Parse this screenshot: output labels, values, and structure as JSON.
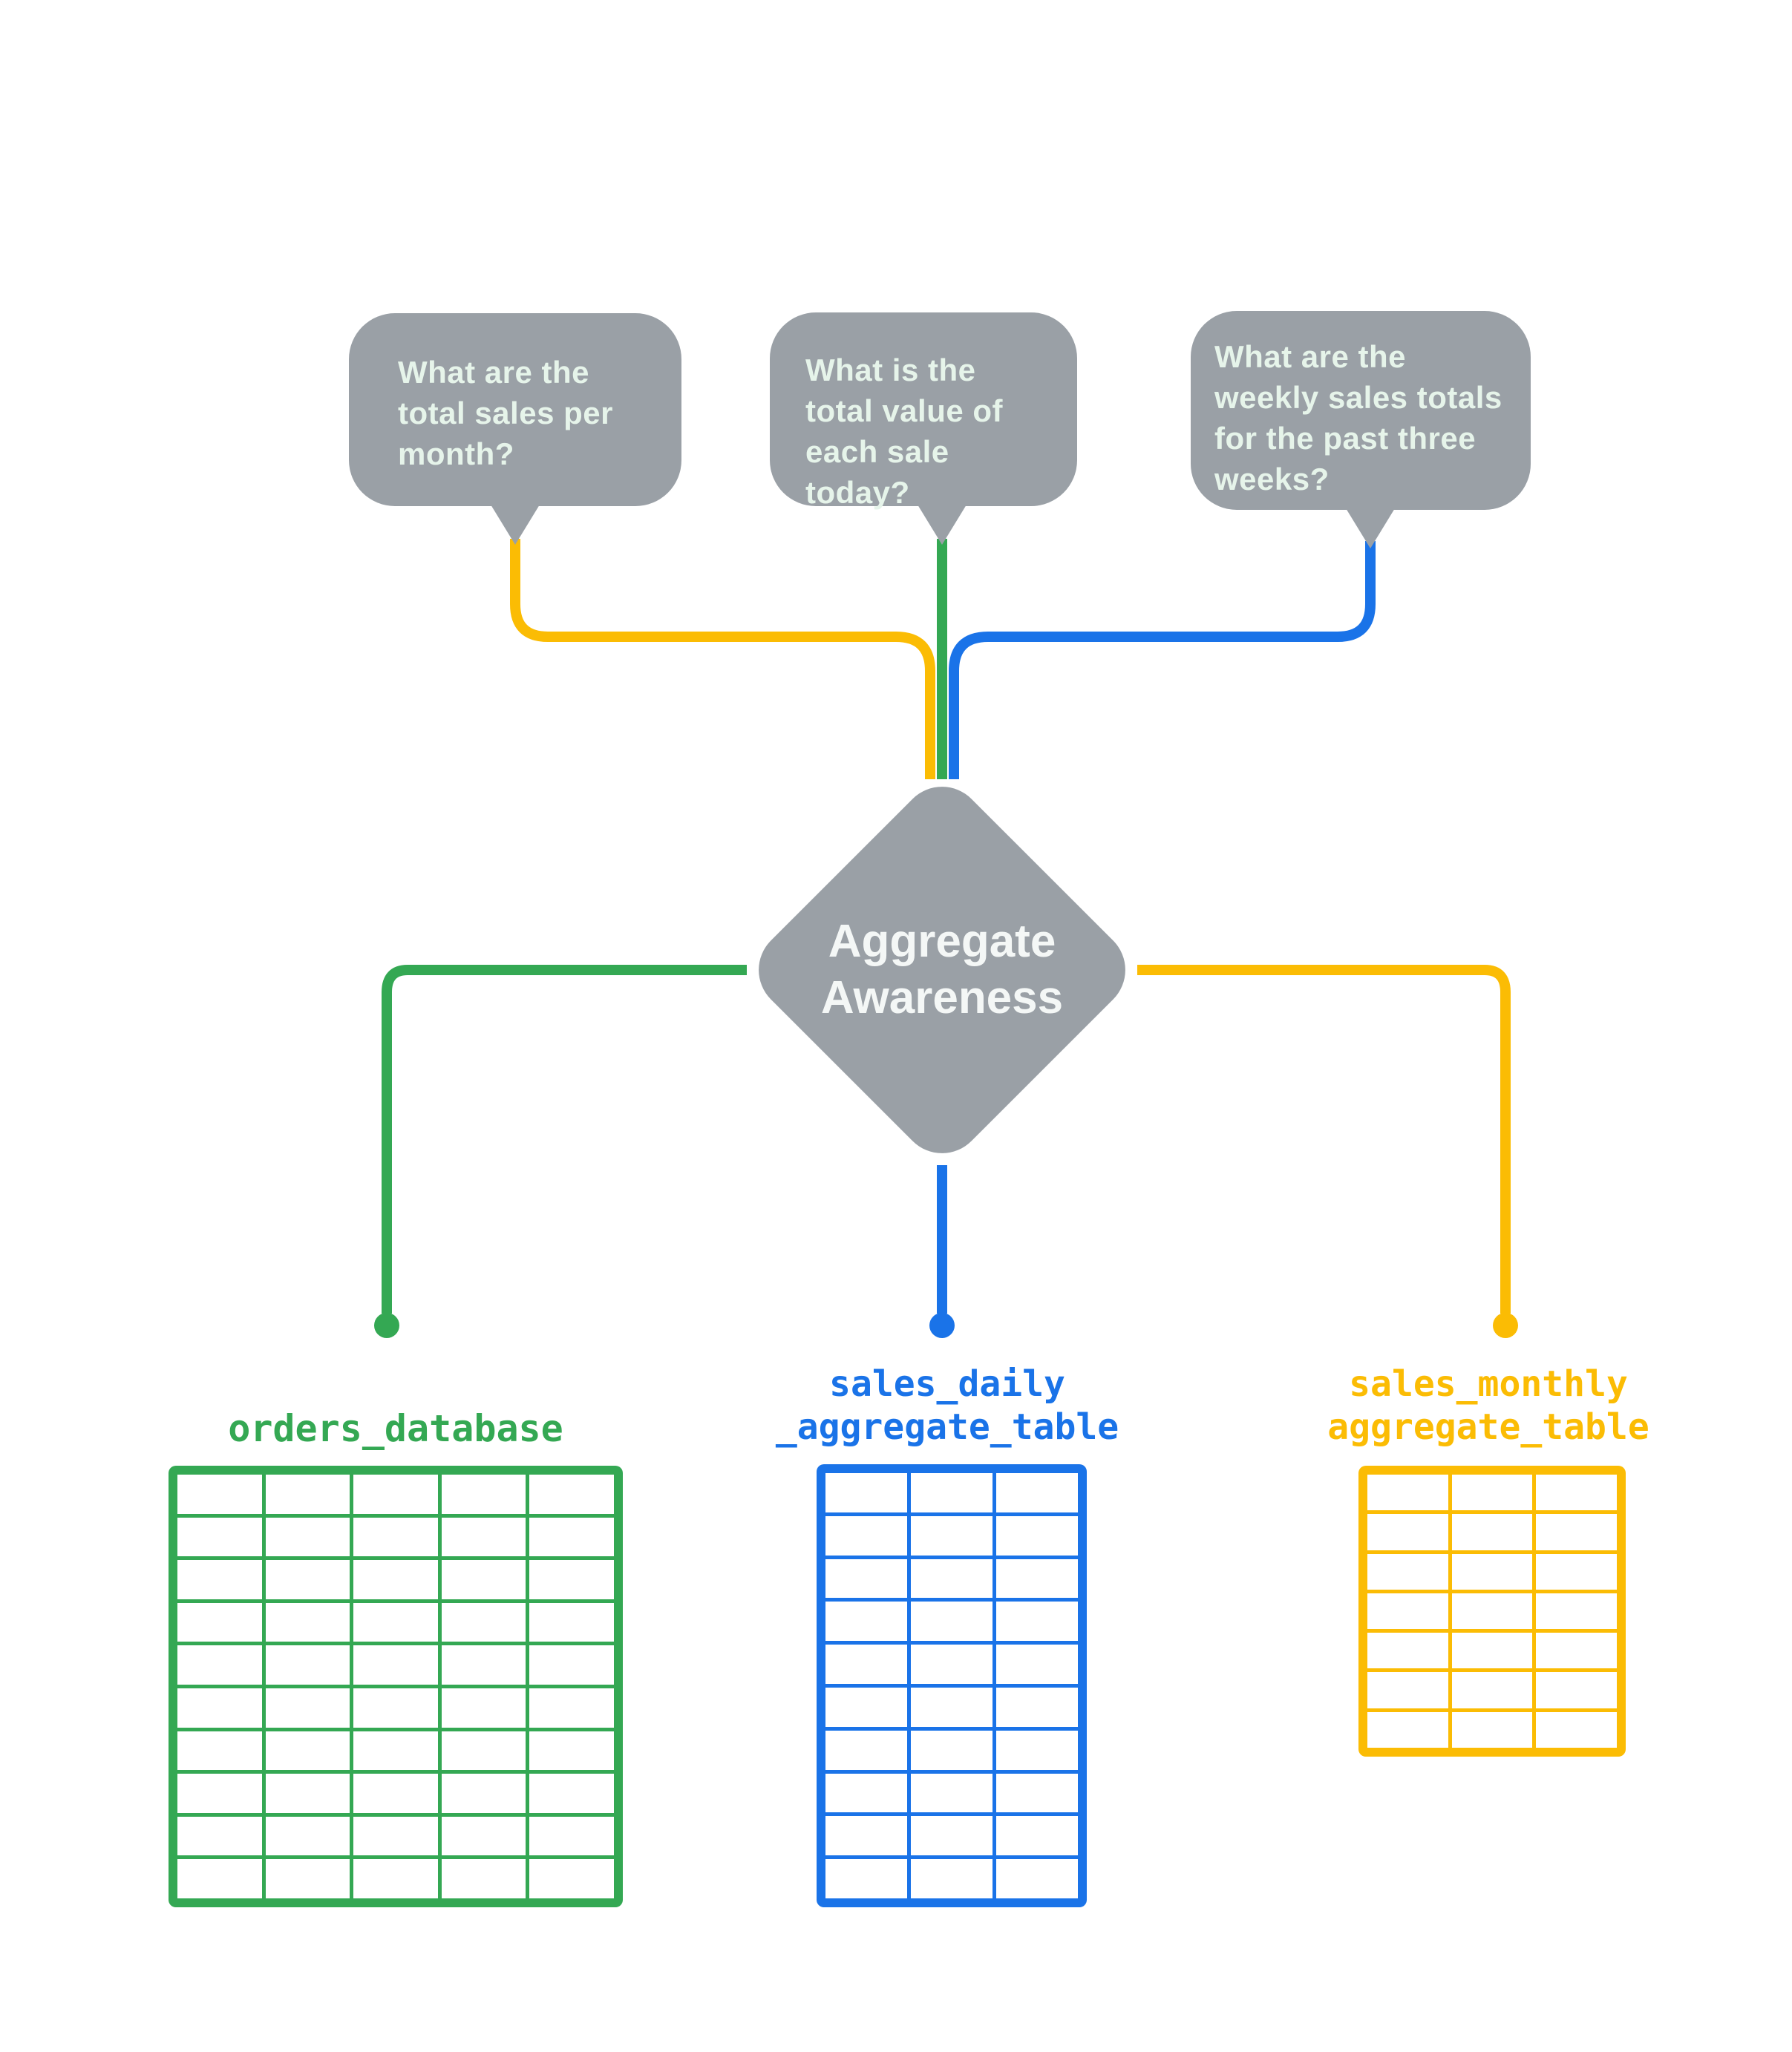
{
  "colors": {
    "green": "#34A853",
    "blue": "#1A73E8",
    "yellow": "#FBBC04",
    "gray": "#9AA0A6",
    "bubble_text": "#E6F4EA",
    "diamond_text": "#F4F7F6",
    "background": "#FFFFFF"
  },
  "questions": [
    {
      "text": "What are the\ntotal sales per\nmonth?",
      "color": "#FBBC04"
    },
    {
      "text": "What is the\ntotal value of\neach sale today?",
      "color": "#34A853"
    },
    {
      "text": "What are the\nweekly sales totals\nfor the past three\nweeks?",
      "color": "#1A73E8"
    }
  ],
  "decision_node": {
    "label": "Aggregate\nAwareness",
    "color": "#9AA0A6"
  },
  "data_tables": [
    {
      "label_lines": [
        "orders_database",
        ""
      ],
      "color": "#34A853",
      "columns": 5,
      "rows": 10
    },
    {
      "label_lines": [
        "sales_daily",
        "_aggregate_table"
      ],
      "color": "#1A73E8",
      "columns": 3,
      "rows": 10
    },
    {
      "label_lines": [
        "sales_monthly",
        "aggregate_table"
      ],
      "color": "#FBBC04",
      "columns": 3,
      "rows": 7
    }
  ]
}
